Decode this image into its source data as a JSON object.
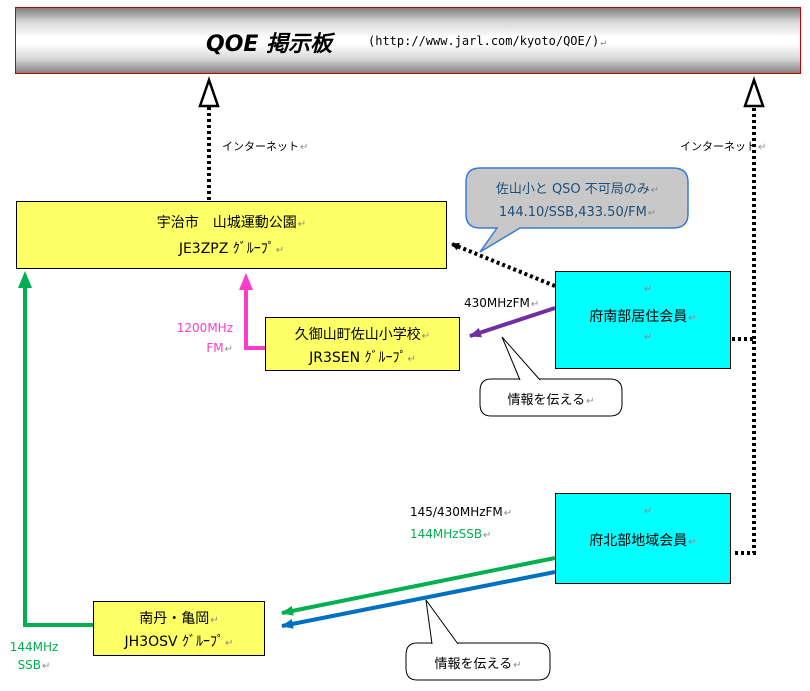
{
  "header": {
    "title": "QOE 掲示板",
    "url": "(http://www.jarl.com/kyoto/QOE/)"
  },
  "nodes": {
    "uji": {
      "line1": "宇治市　山城運動公園",
      "line2": "JE3ZPZ ｸﾞﾙｰﾌﾟ"
    },
    "sayama": {
      "line1": "久御山町佐山小学校",
      "line2": "JR3SEN ｸﾞﾙｰﾌﾟ"
    },
    "south": {
      "label": "府南部居住会員"
    },
    "north": {
      "label": "府北部地域会員"
    },
    "nantan": {
      "line1": "南丹・亀岡",
      "line2": "JH3OSV ｸﾞﾙｰﾌﾟ"
    }
  },
  "labels": {
    "internet_left": "インターネット",
    "internet_right": "インターネット",
    "mhz1200_line1": "1200MHz",
    "mhz1200_line2": "FM",
    "mhz430": "430MHzFM",
    "mhz145_430": "145/430MHzFM",
    "mhz144ssb": "144MHzSSB",
    "mhz144_line1": "144MHz",
    "mhz144_line2": "SSB"
  },
  "callouts": {
    "sayama_only": {
      "line1": "佐山小と QSO 不可局のみ",
      "line2": "144.10/SSB,433.50/FM"
    },
    "info1": "情報を伝える",
    "info2": "情報を伝える"
  },
  "colors": {
    "yellow_box": "#ffff66",
    "cyan_box": "#00ffff",
    "green": "#00b050",
    "blue": "#0070c0",
    "purple": "#7030a0",
    "magenta": "#ff3cc8",
    "callout_fill": "#c8c8c8",
    "callout_border": "#3a7bd5",
    "border_red": "#c00000"
  },
  "return_mark": "↵"
}
